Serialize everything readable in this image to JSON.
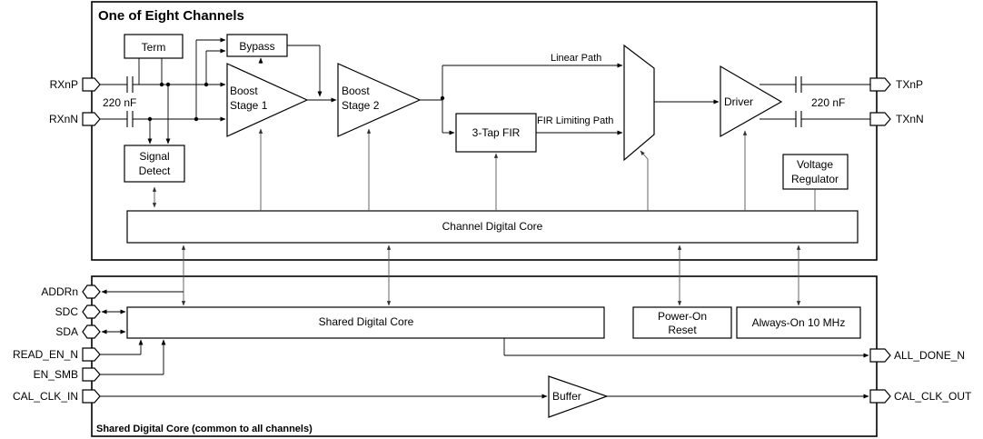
{
  "top_block": {
    "title": "One of Eight Channels",
    "term": "Term",
    "bypass": "Bypass",
    "boost1_line1": "Boost",
    "boost1_line2": "Stage 1",
    "boost2_line1": "Boost",
    "boost2_line2": "Stage 2",
    "signal_detect_line1": "Signal",
    "signal_detect_line2": "Detect",
    "cap_left": "220 nF",
    "cap_right": "220 nF",
    "linear_path": "Linear Path",
    "fir_limiting_path": "FIR Limiting Path",
    "fir": "3-Tap FIR",
    "driver": "Driver",
    "voltage_regulator_line1": "Voltage",
    "voltage_regulator_line2": "Regulator",
    "channel_core": "Channel Digital Core"
  },
  "bottom_block": {
    "title": "Shared Digital Core (common to all channels)",
    "shared_core": "Shared Digital Core",
    "por_line1": "Power-On",
    "por_line2": "Reset",
    "always_on": "Always-On 10 MHz",
    "buffer": "Buffer"
  },
  "pins": {
    "rxnp": "RXnP",
    "rxnn": "RXnN",
    "txnp": "TXnP",
    "txnn": "TXnN",
    "addrn": "ADDRn",
    "sdc": "SDC",
    "sda": "SDA",
    "read_en_n": "READ_EN_N",
    "en_smb": "EN_SMB",
    "cal_clk_in": "CAL_CLK_IN",
    "all_done_n": "ALL_DONE_N",
    "cal_clk_out": "CAL_CLK_OUT"
  }
}
